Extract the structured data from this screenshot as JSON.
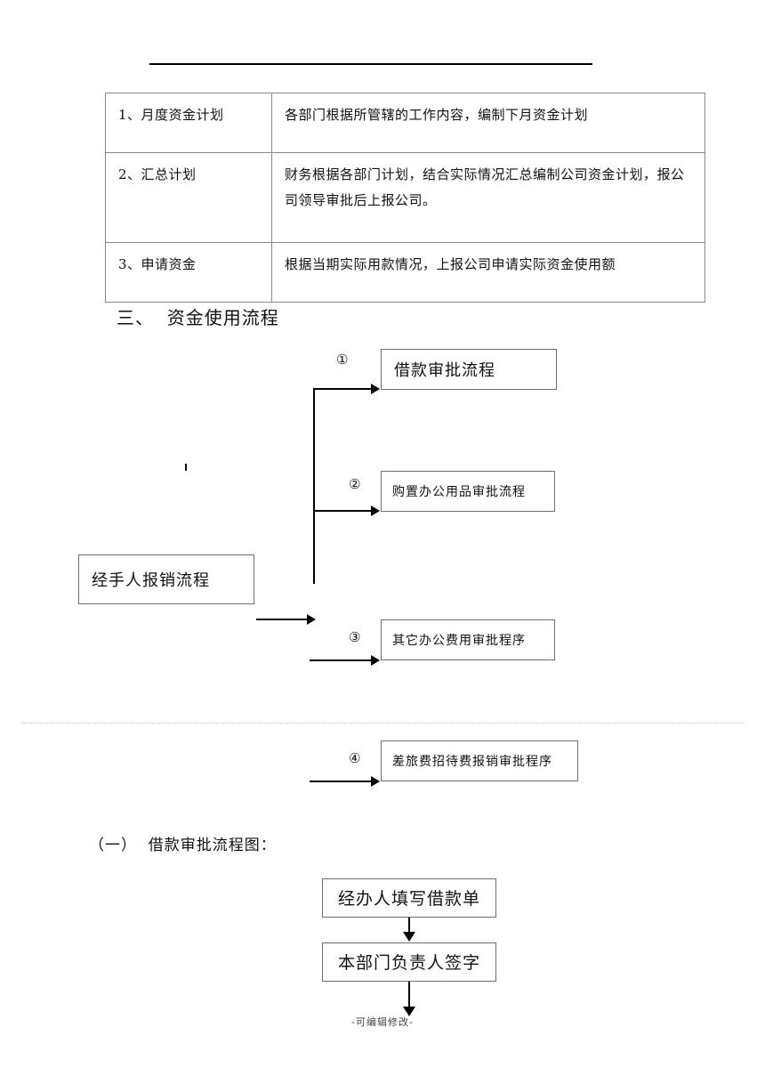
{
  "page": {
    "footer_note": "-可编辑修改-"
  },
  "table": {
    "rows": [
      {
        "label": "1、月度资金计划",
        "description": "各部门根据所管辖的工作内容，编制下月资金计划"
      },
      {
        "label": "2、汇总计划",
        "description": "财务根据各部门计划，结合实际情况汇总编制公司资金计划，报公司领导审批后上报公司。"
      },
      {
        "label": "3、申请资金",
        "description": "根据当期实际用款情况，上报公司申请实际资金使用额"
      }
    ]
  },
  "section": {
    "heading": "三、  资金使用流程",
    "subheading": "（一）  借款审批流程图："
  },
  "flow": {
    "origin_box": "经手人报销流程",
    "branches": [
      {
        "marker": "①",
        "label": "借款审批流程"
      },
      {
        "marker": "②",
        "label": "购置办公用品审批流程"
      },
      {
        "marker": "③",
        "label": "其它办公费用审批程序"
      },
      {
        "marker": "④",
        "label": "差旅费招待费报销审批程序"
      }
    ]
  },
  "loan_flow": {
    "steps": [
      "经办人填写借款单",
      "本部门负责人签字"
    ]
  }
}
